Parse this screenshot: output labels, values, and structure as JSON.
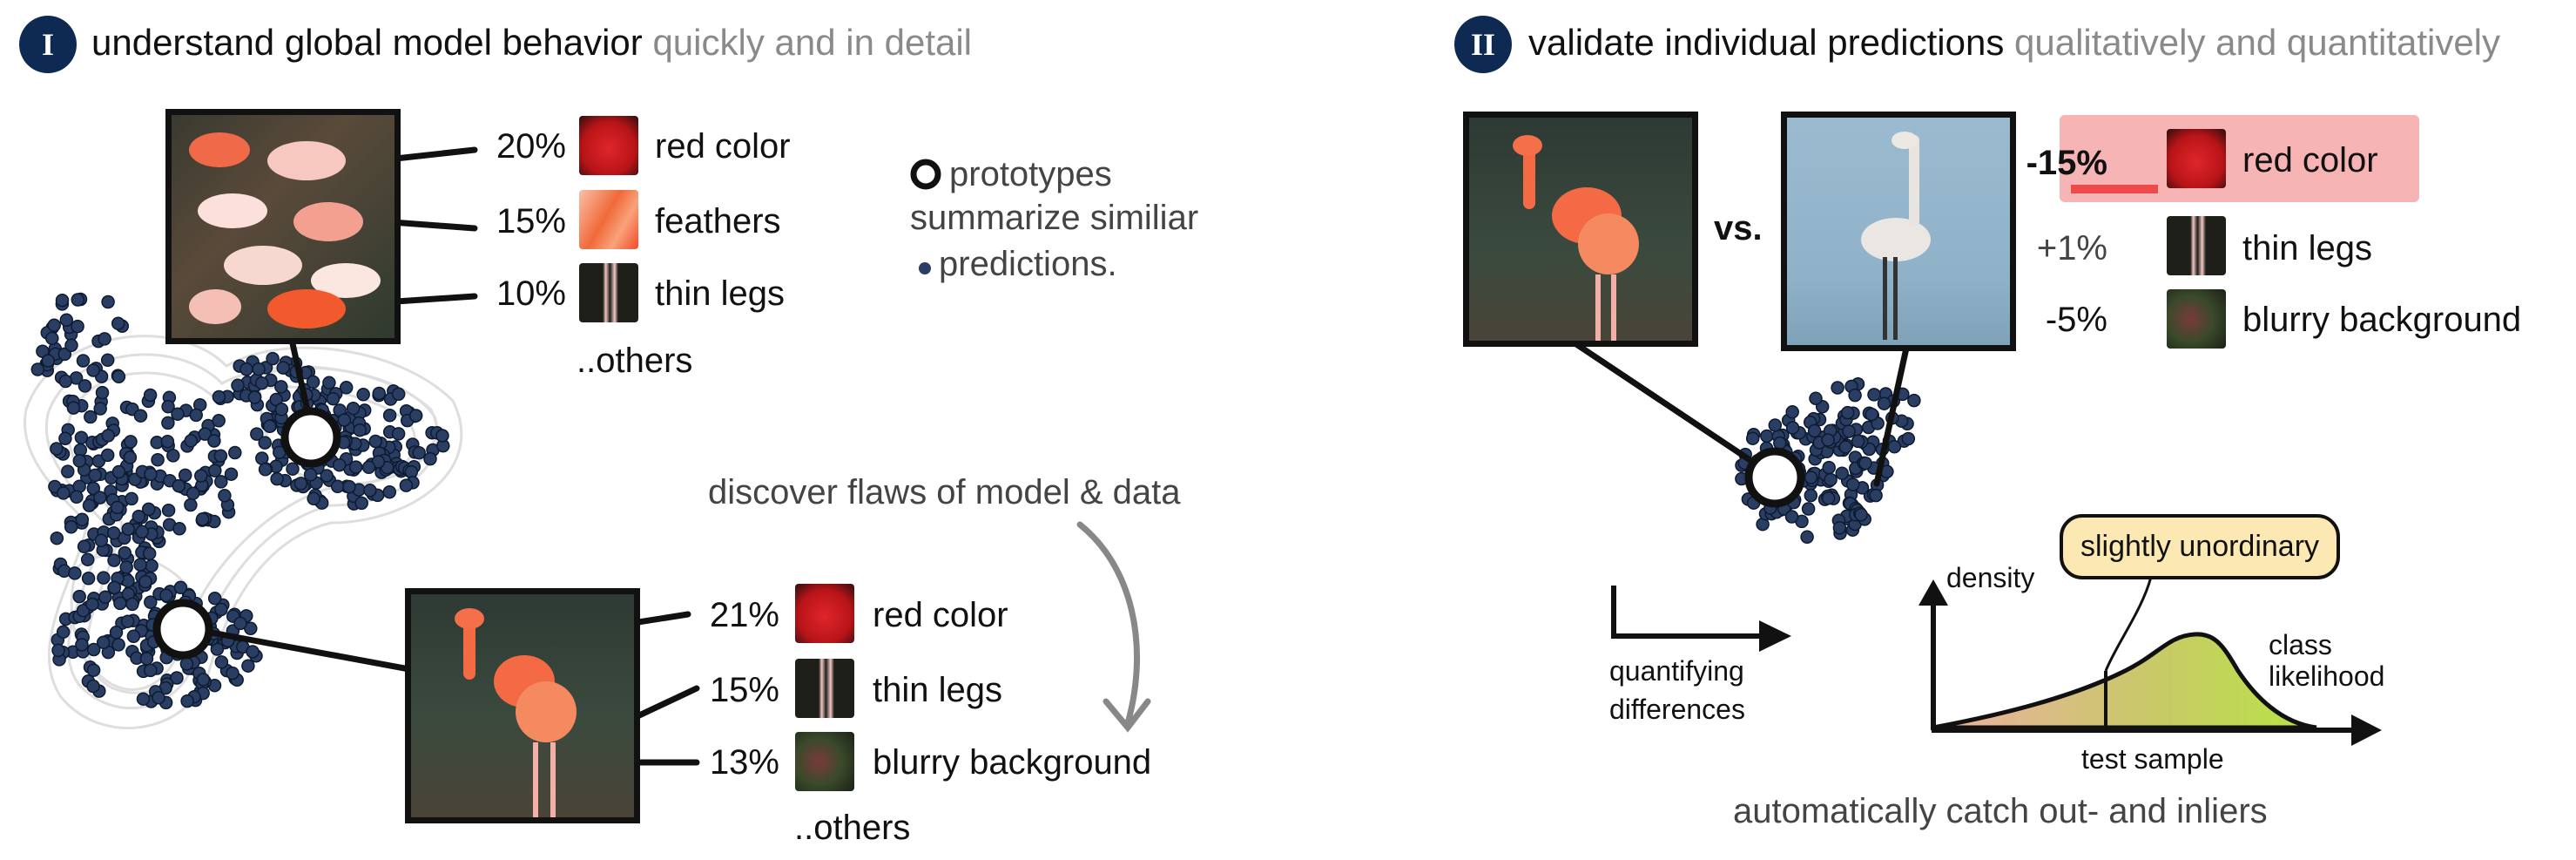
{
  "panel1": {
    "badge": "I",
    "heading_main": "understand global model behavior",
    "heading_muted": "quickly and in detail",
    "top_prototype": [
      {
        "pct": "20%",
        "label": "red color",
        "thumb": "strawberry-icon"
      },
      {
        "pct": "15%",
        "label": "feathers",
        "thumb": "feathers-icon"
      },
      {
        "pct": "10%",
        "label": "thin legs",
        "thumb": "thin-legs-icon"
      }
    ],
    "top_others": "..others",
    "legend_line1": "prototypes",
    "legend_line2": "summarize similiar",
    "legend_line3": "predictions.",
    "discover": "discover flaws of model & data",
    "bottom_prototype": [
      {
        "pct": "21%",
        "label": "red color",
        "thumb": "strawberry-icon"
      },
      {
        "pct": "15%",
        "label": "thin legs",
        "thumb": "thin-legs-icon"
      },
      {
        "pct": "13%",
        "label": "blurry background",
        "thumb": "blurry-background-icon"
      }
    ],
    "bottom_others": "..others"
  },
  "panel2": {
    "badge": "II",
    "heading_main": "validate individual predictions",
    "heading_muted": "qualitatively and quantitatively",
    "vs": "vs.",
    "differences": [
      {
        "pct": "-15%",
        "label": "red color",
        "thumb": "strawberry-icon",
        "highlight": true
      },
      {
        "pct": "+1%",
        "label": "thin legs",
        "thumb": "thin-legs-icon",
        "highlight": false
      },
      {
        "pct": "-5%",
        "label": "blurry background",
        "thumb": "blurry-background-icon",
        "highlight": false
      }
    ],
    "quantifying": "quantifying",
    "differences_label": "differences",
    "density": "density",
    "class": "class",
    "likelihood": "likelihood",
    "callout": "slightly unordinary",
    "test_sample": "test sample",
    "footer": "automatically catch out- and inliers"
  },
  "colors": {
    "badge": "#0f2a52",
    "dot": "#2a3e63",
    "highlight": "#f7b4b4",
    "callout": "#fbe8b2",
    "curve_start": "#e89a86",
    "curve_end": "#b9e24c"
  }
}
